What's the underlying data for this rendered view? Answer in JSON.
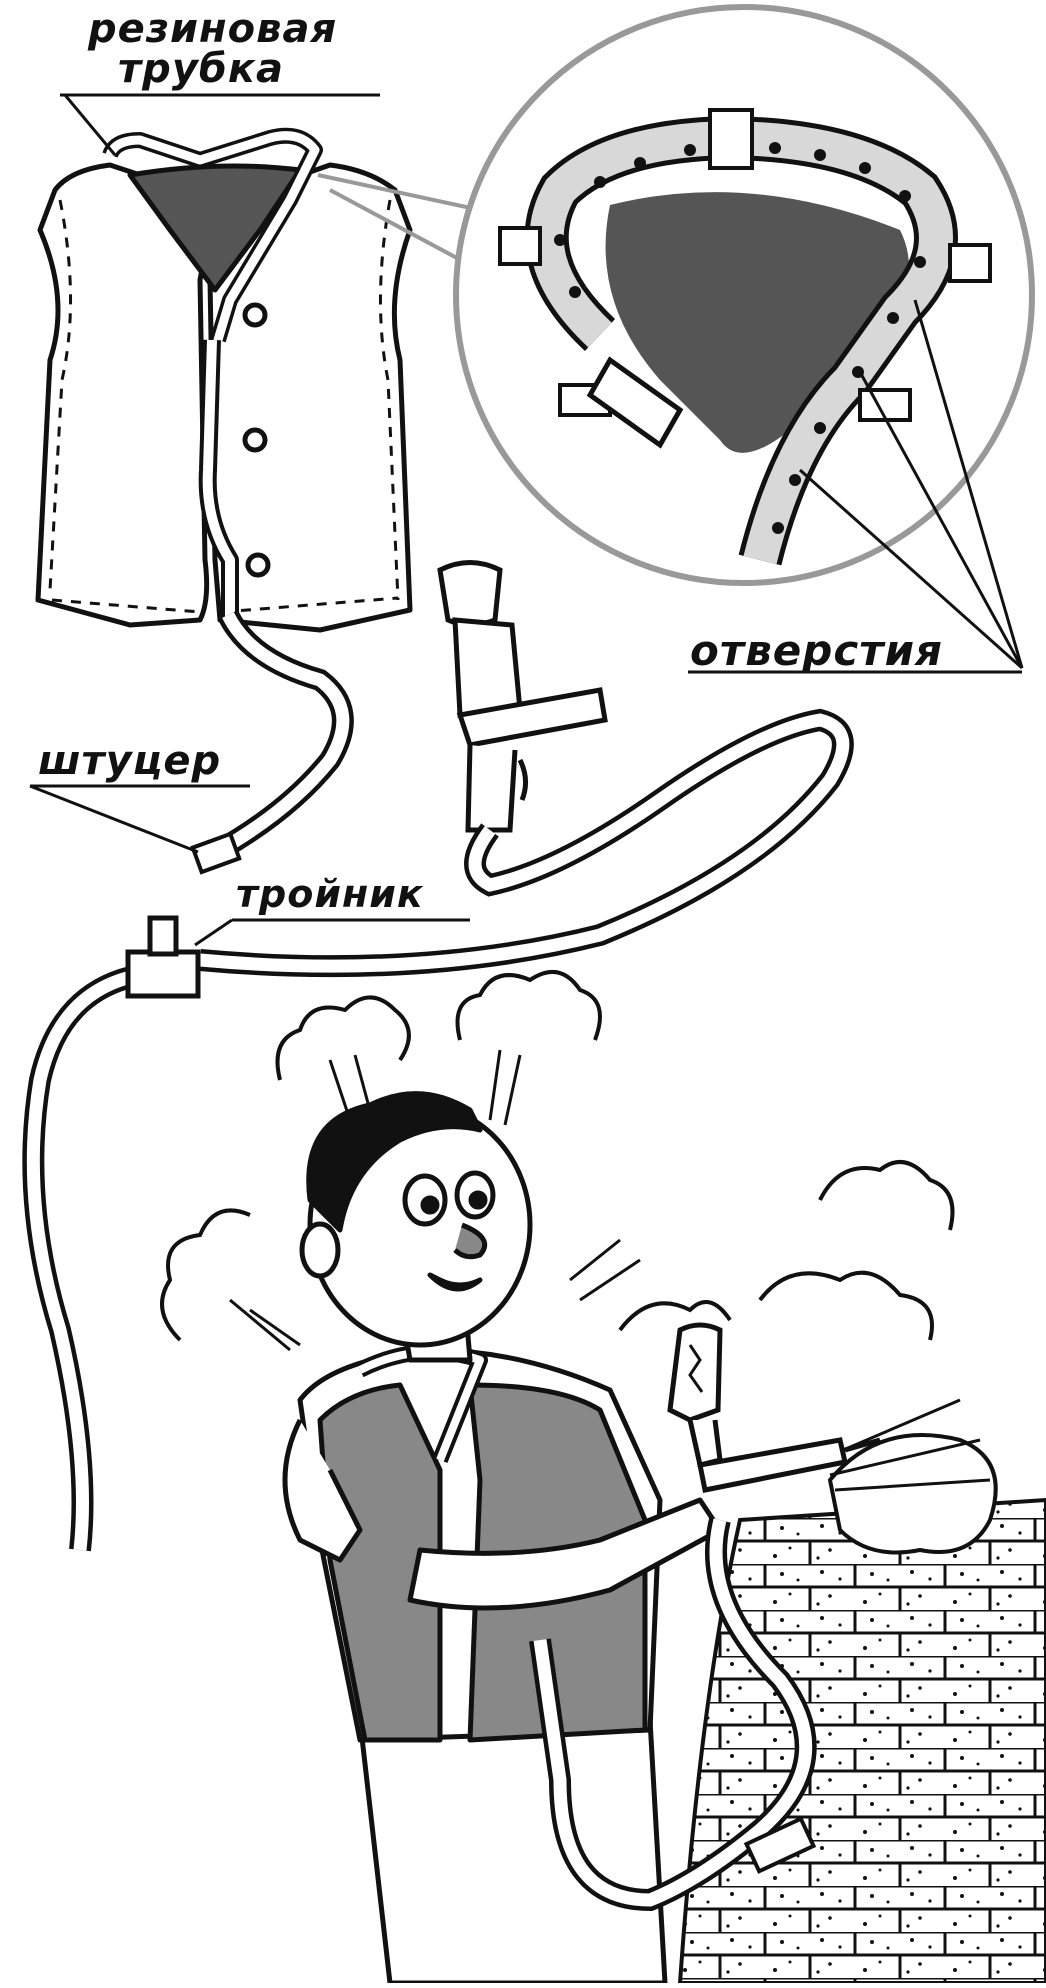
{
  "labels": {
    "rubber_tube_line1": "резиновая",
    "rubber_tube_line2": "трубка",
    "holes": "отверстия",
    "fitting": "штуцер",
    "tee": "тройник"
  },
  "icons": {
    "vest": "vest-with-tube-icon",
    "magnifier": "collar-detail-magnifier",
    "spray_gun": "spray-gun-icon",
    "person": "painter-figure"
  },
  "colors": {
    "ink": "#111111",
    "fill_dark": "#555555",
    "fill_mid": "#8a8a8a",
    "paper": "#ffffff"
  }
}
